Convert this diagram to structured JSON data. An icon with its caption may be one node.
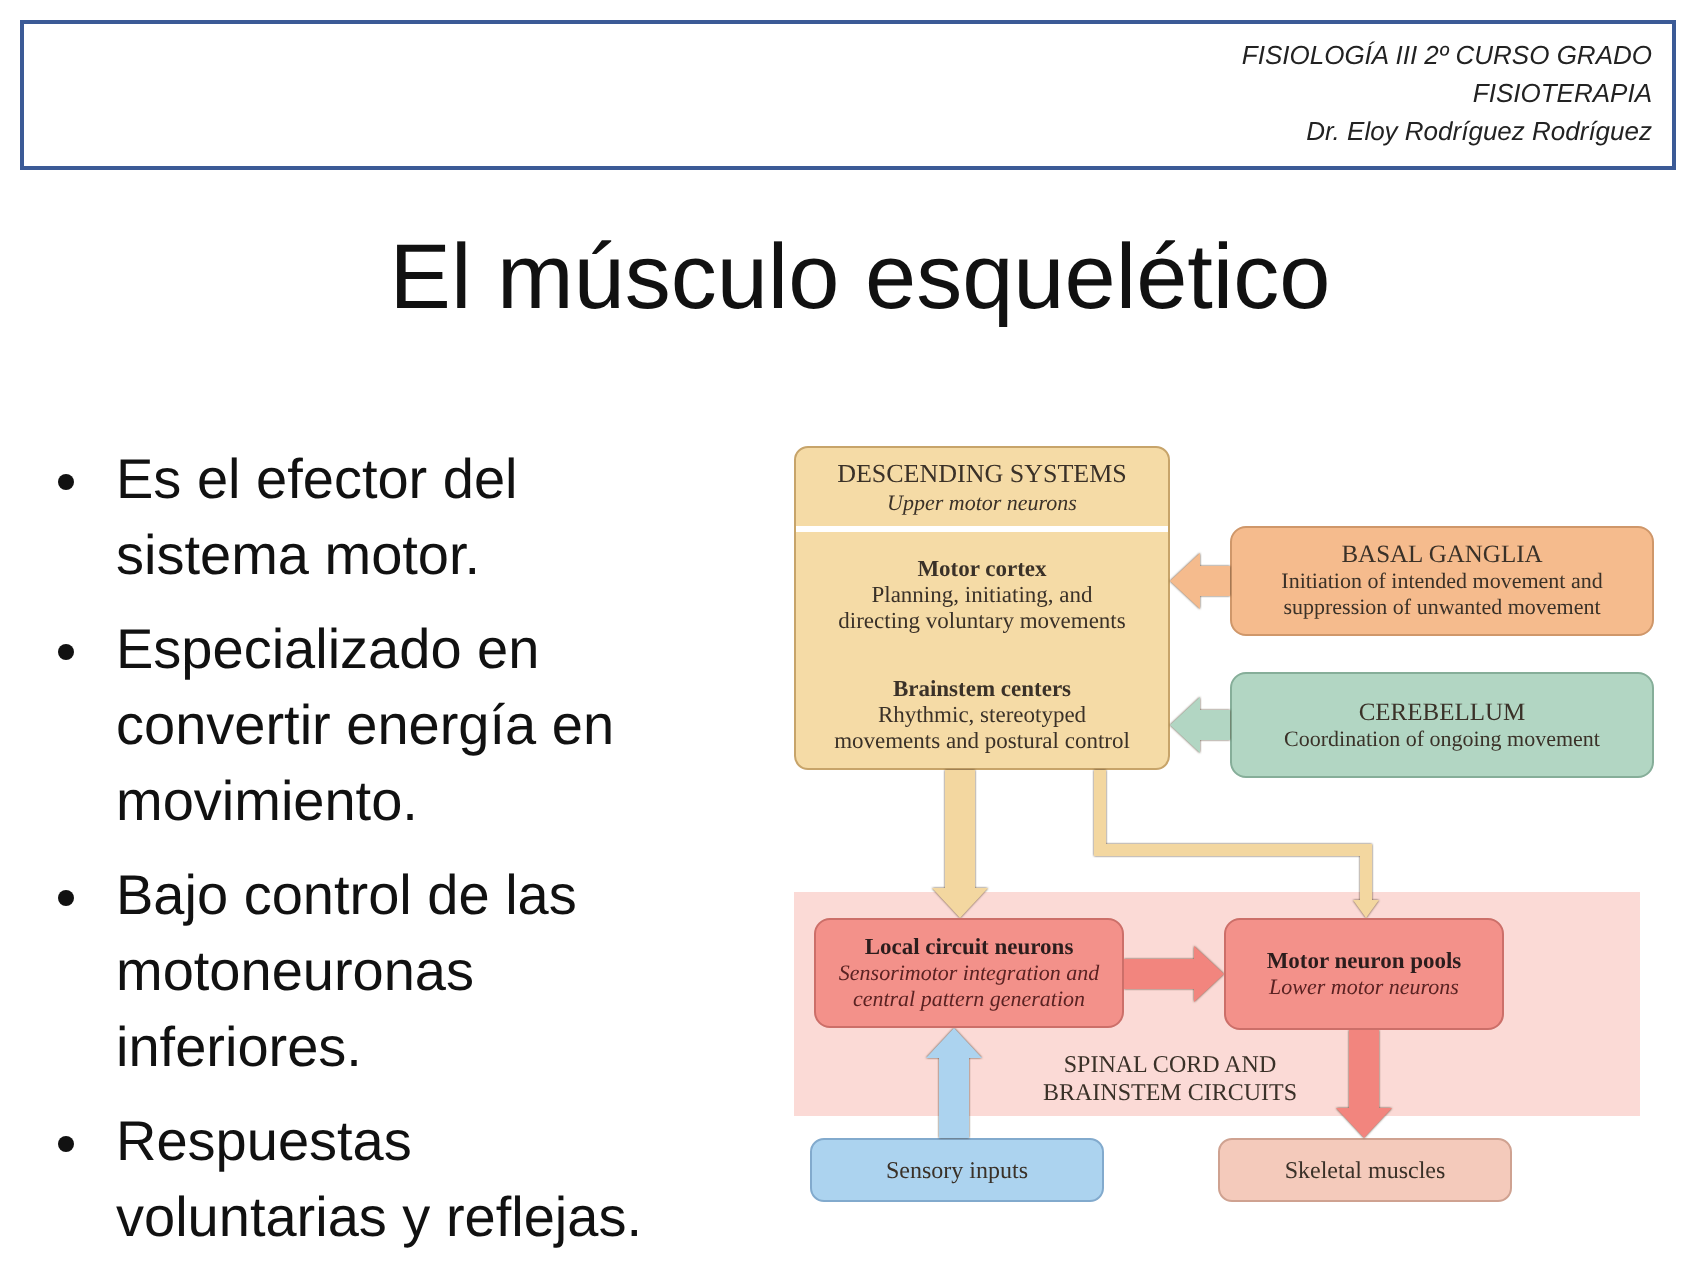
{
  "diagram": {
    "title": "El músculo esquelético",
    "nodes": [
      {
        "text": [
          "DESCENDING SYSTEMS",
          "Upper motor neurons",
          "Motor cortex",
          "Planning, initiating, and directing voluntary movements",
          "Brainstem centers",
          "Rhythmic, stereotyped movements and postural control"
        ]
      },
      {
        "text": [
          "BASAL GANGLIA",
          "Initiation of intended movement and suppression of unwanted movement"
        ]
      },
      {
        "text": [
          "CEREBELLUM",
          "Coordination of ongoing movement"
        ]
      },
      {
        "text": [
          "SPINAL CORD AND BRAINSTEM CIRCUITS"
        ]
      },
      {
        "text": [
          "Local circuit neurons",
          "Sensorimotor integration and central pattern generation"
        ],
        "in": 3
      },
      {
        "text": [
          "Motor neuron pools",
          "Lower motor neurons"
        ],
        "in": 3
      },
      {
        "text": [
          "Sensory inputs"
        ]
      },
      {
        "text": [
          "Skeletal muscles"
        ]
      }
    ],
    "edges": [
      {
        "from": 1,
        "to": 0,
        "arrow": "to",
        "color": "#f5bb8d"
      },
      {
        "from": 2,
        "to": 0,
        "arrow": "to",
        "color": "#b2d6c3"
      },
      {
        "from": 0,
        "to": 4,
        "arrow": "to",
        "color": "#f3d7a0"
      },
      {
        "from": 0,
        "to": 5,
        "arrow": "to",
        "color": "#f3d7a0"
      },
      {
        "from": 4,
        "to": 5,
        "arrow": "to",
        "color": "#f2857e"
      },
      {
        "from": 6,
        "to": 4,
        "arrow": "to",
        "color": "#acd3ef"
      },
      {
        "from": 5,
        "to": 7,
        "arrow": "to",
        "color": "#f2857e"
      }
    ],
    "labels": [
      "FISIOLOGÍA III 2º CURSO GRADO",
      "FISIOTERAPIA",
      "Dr. Eloy Rodríguez Rodríguez",
      "Es el efector del sistema motor.",
      "Especializado en convertir energía en movimiento.",
      "Bajo control de las motoneuronas inferiores.",
      "Respuestas voluntarias y reflejas."
    ]
  }
}
